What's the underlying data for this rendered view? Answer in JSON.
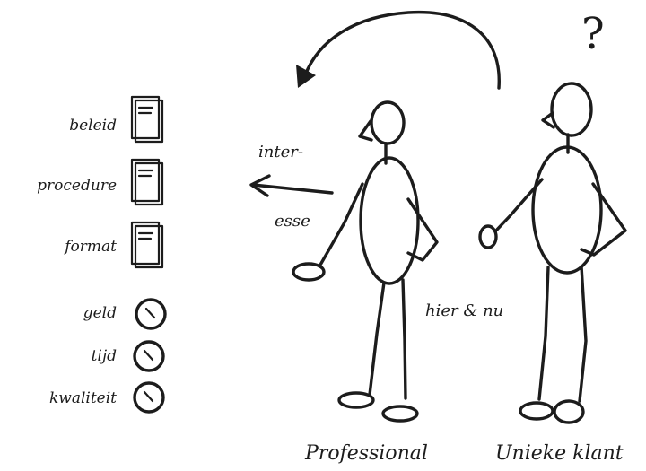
{
  "left_list": {
    "documents": [
      "beleid",
      "procedure",
      "format"
    ],
    "meters": [
      "geld",
      "tijd",
      "kwaliteit"
    ]
  },
  "center": {
    "arrow_label_top": "inter-",
    "arrow_label_bottom": "esse",
    "here_now": "hier & nu"
  },
  "figures": {
    "professional": "Professional",
    "client": "Unieke klant",
    "question_mark": "?"
  }
}
